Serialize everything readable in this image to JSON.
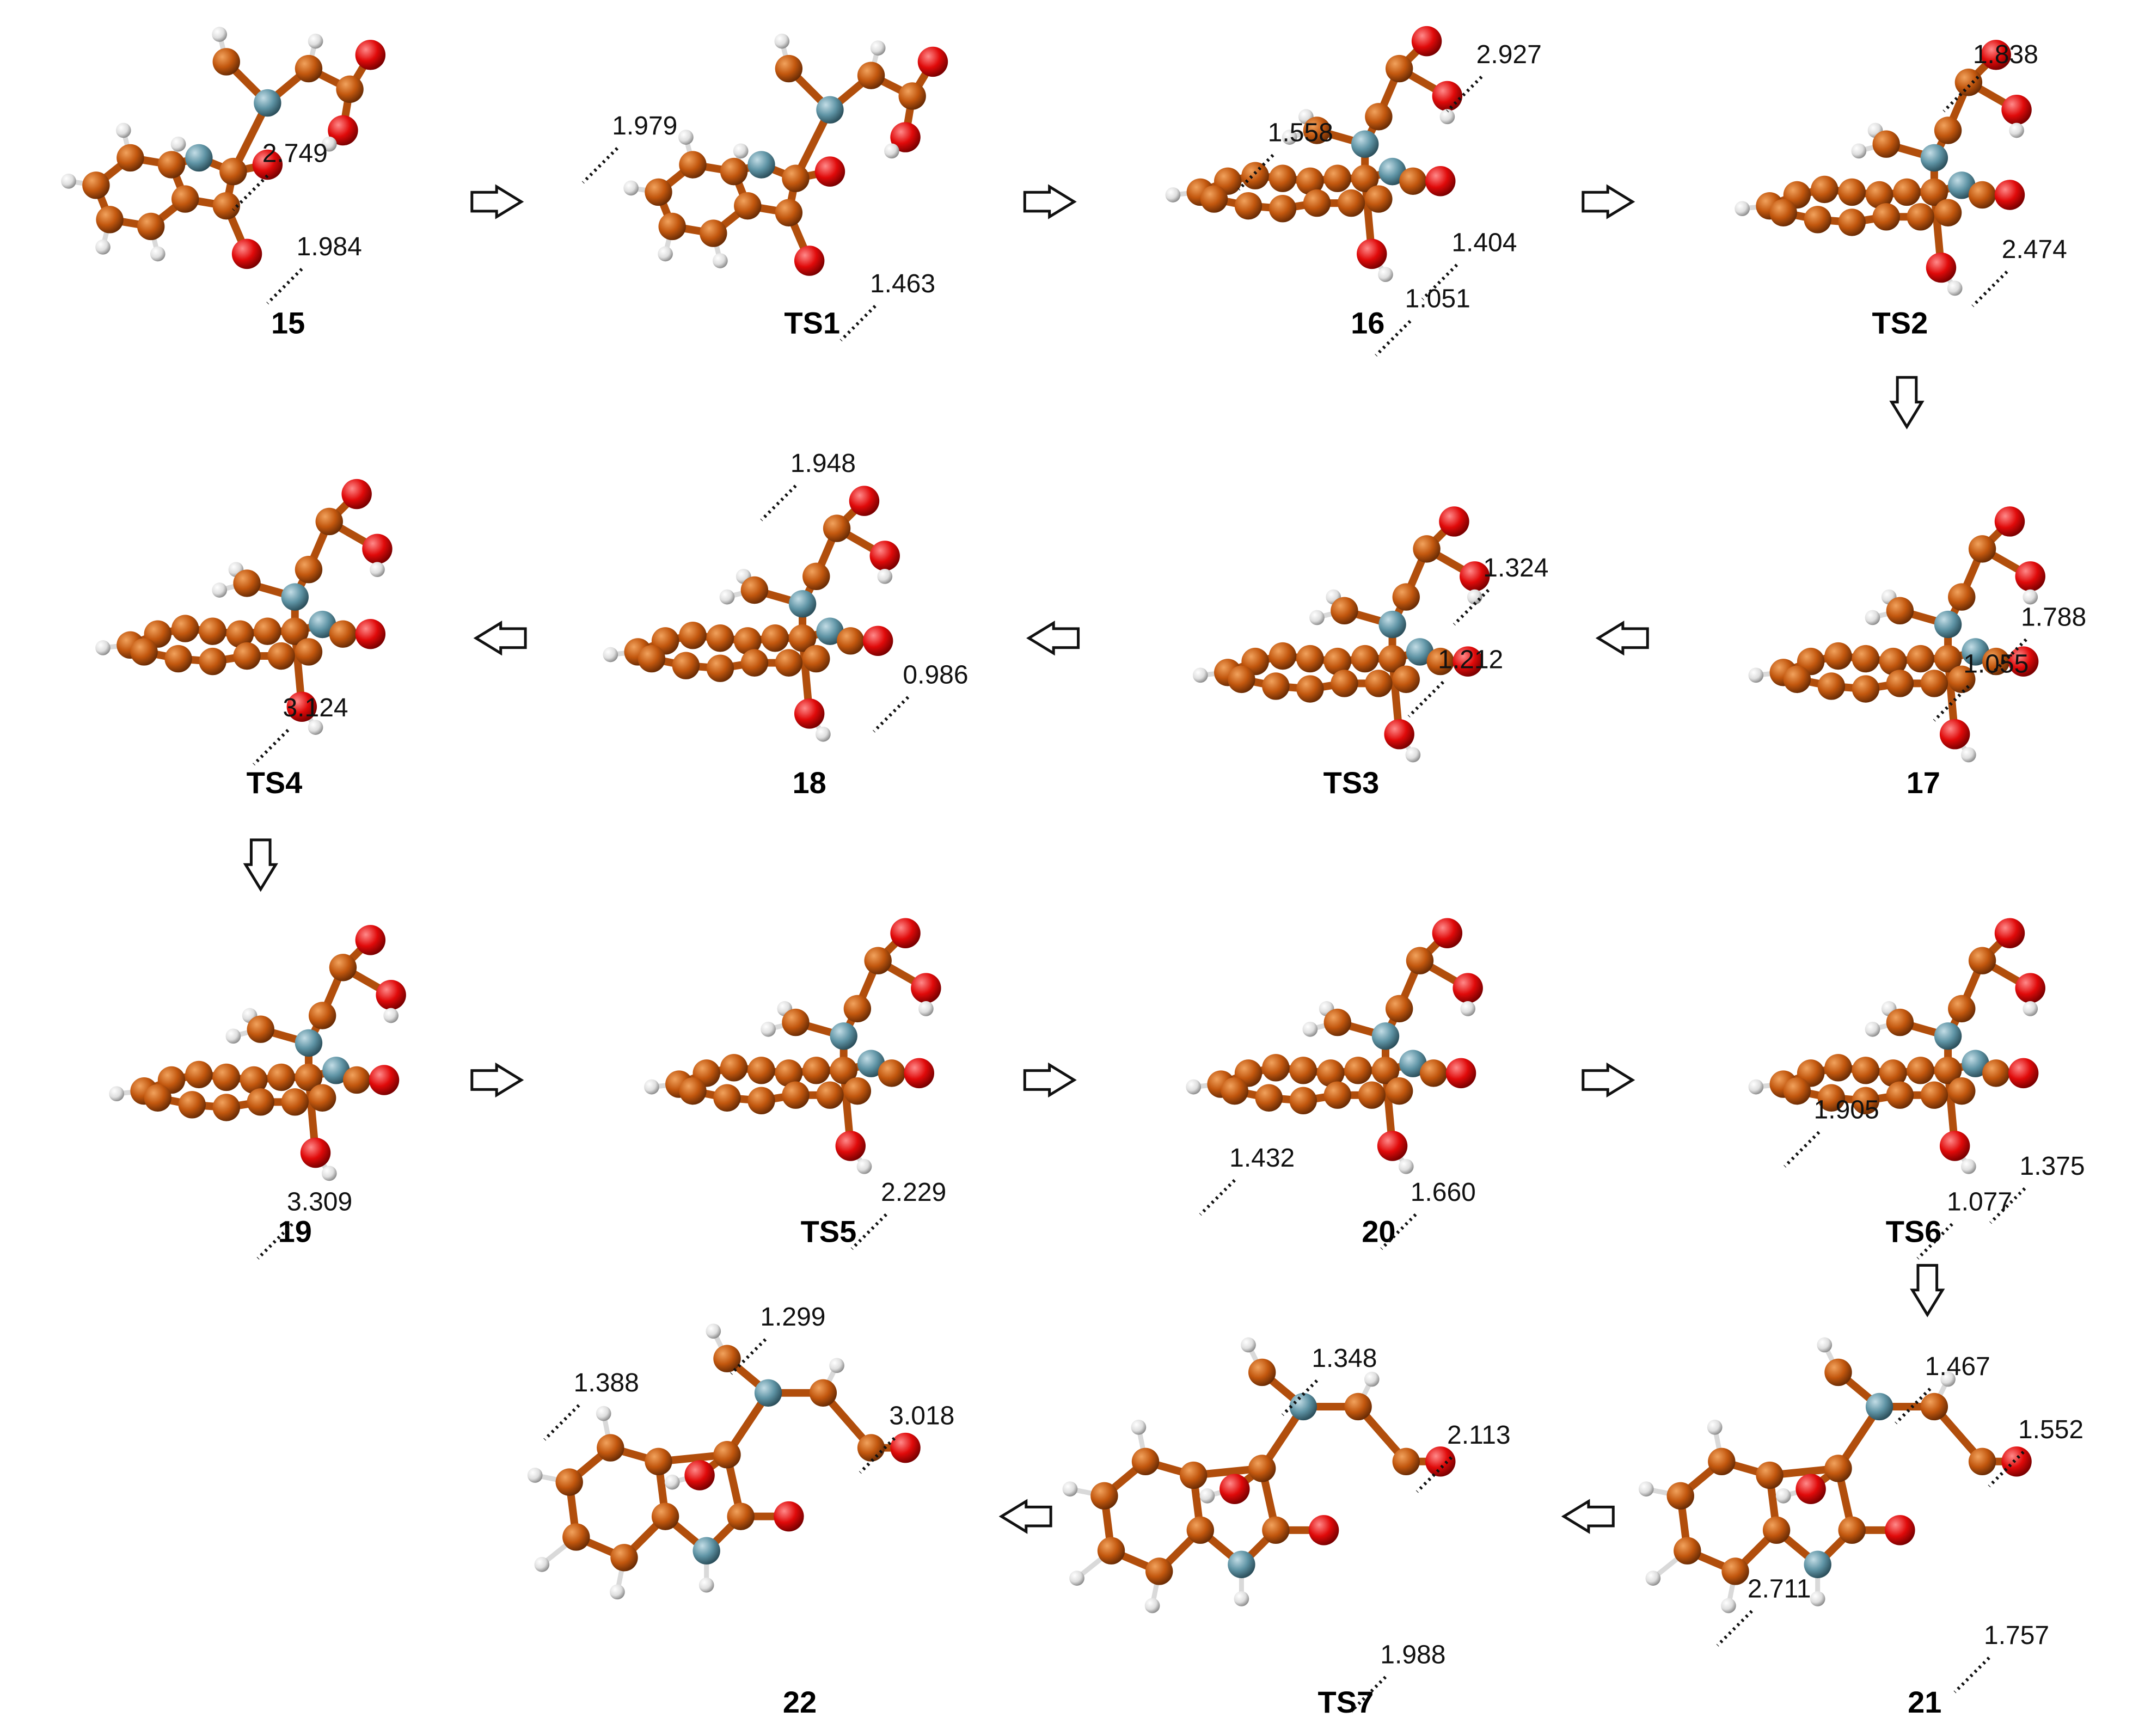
{
  "figure": {
    "structures": [
      {
        "id": "15",
        "distances": [
          "2.749",
          "1.984"
        ]
      },
      {
        "id": "TS1",
        "distances": [
          "1.979",
          "1.463"
        ]
      },
      {
        "id": "16",
        "distances": [
          "2.927",
          "1.558",
          "1.404",
          "1.051"
        ]
      },
      {
        "id": "TS2",
        "distances": [
          "1.838",
          "2.474"
        ]
      },
      {
        "id": "TS4",
        "distances": [
          "3.124"
        ]
      },
      {
        "id": "18",
        "distances": [
          "1.948",
          "0.986"
        ]
      },
      {
        "id": "TS3",
        "distances": [
          "1.324",
          "1.212"
        ]
      },
      {
        "id": "17",
        "distances": [
          "1.788",
          "1.055"
        ]
      },
      {
        "id": "19",
        "distances": [
          "3.309"
        ]
      },
      {
        "id": "TS5",
        "distances": [
          "2.229"
        ]
      },
      {
        "id": "20",
        "distances": [
          "1.432",
          "1.660"
        ]
      },
      {
        "id": "TS6",
        "distances": [
          "1.905",
          "1.375",
          "1.077"
        ]
      },
      {
        "id": "22",
        "distances": [
          "1.299",
          "1.388",
          "3.018"
        ]
      },
      {
        "id": "TS7",
        "distances": [
          "1.348",
          "2.113",
          "1.988"
        ]
      },
      {
        "id": "21",
        "distances": [
          "1.467",
          "1.552",
          "2.711",
          "1.757"
        ]
      }
    ],
    "atom_colors": {
      "carbon": "#c2570e",
      "nitrogen": "#5f94a5",
      "oxygen": "#e00a0a",
      "hydrogen": "#e6e6e6",
      "bond": "#b14e0c"
    }
  }
}
